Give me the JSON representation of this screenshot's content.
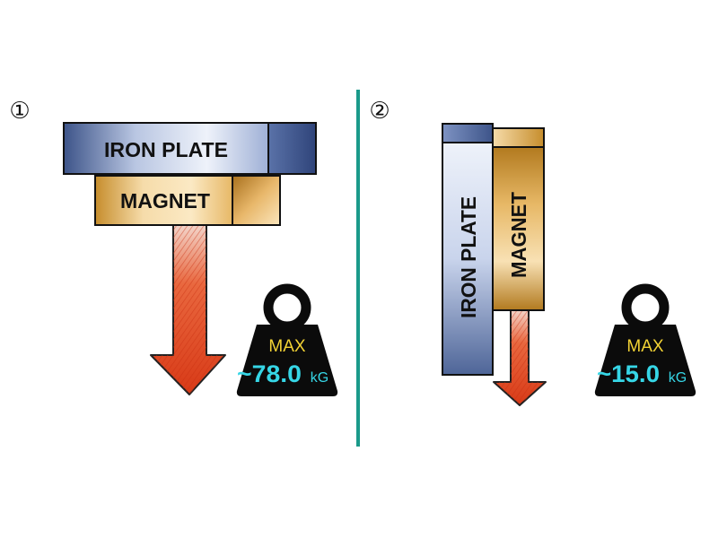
{
  "colors": {
    "divider": "#1a9a8a",
    "arrow_fill": "#e0411e",
    "arrow_dark": "#b7280e",
    "max_text": "#f2d234",
    "value_text": "#36d6e6",
    "weight_body": "#0b0b0b",
    "iron_light": "#eef2fa",
    "iron_dark": "#3d5489",
    "magnet_light": "#fbe9c4",
    "magnet_dark": "#b27a1f"
  },
  "panels": [
    {
      "marker": "①",
      "iron_label": "IRON PLATE",
      "magnet_label": "MAGNET",
      "weight": {
        "max_label": "MAX",
        "value": "~78.0",
        "unit": "kG",
        "icon": "weight-icon"
      },
      "arrow_icon": "down-arrow-icon"
    },
    {
      "marker": "②",
      "iron_label": "IRON PLATE",
      "magnet_label": "MAGNET",
      "weight": {
        "max_label": "MAX",
        "value": "~15.0",
        "unit": "kG",
        "icon": "weight-icon"
      },
      "arrow_icon": "down-arrow-icon"
    }
  ]
}
